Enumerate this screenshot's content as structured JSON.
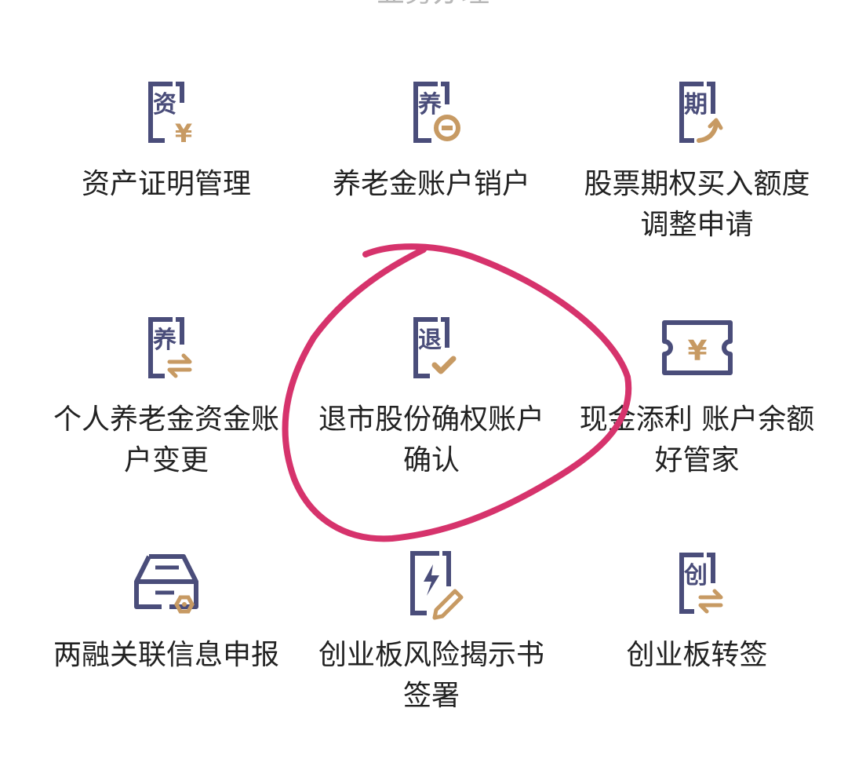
{
  "section": {
    "title": "业务办理"
  },
  "colors": {
    "icon_primary": "#4a4d7a",
    "icon_accent": "#c79a63",
    "label": "#222222",
    "annotation_circle": "#d6336c"
  },
  "tiles": [
    {
      "label": "资产证明管理",
      "icon": "asset-certificate-icon",
      "glyph": "资"
    },
    {
      "label": "养老金账户销户",
      "icon": "pension-account-close-icon",
      "glyph": "养"
    },
    {
      "label": "股票期权买入额度调整申请",
      "icon": "option-quota-icon",
      "glyph": "期"
    },
    {
      "label": "个人养老金资金账户变更",
      "icon": "pension-fund-change-icon",
      "glyph": "养"
    },
    {
      "label": "退市股份确权账户确认",
      "icon": "delisted-share-confirm-icon",
      "glyph": "退"
    },
    {
      "label": "现金添利 账户余额好管家",
      "icon": "cash-ticket-icon",
      "glyph": "¥"
    },
    {
      "label": "两融关联信息申报",
      "icon": "margin-info-report-icon",
      "glyph": ""
    },
    {
      "label": "创业板风险揭示书签署",
      "icon": "chinext-risk-sign-icon",
      "glyph": ""
    },
    {
      "label": "创业板转签",
      "icon": "chinext-transfer-icon",
      "glyph": "创"
    }
  ]
}
